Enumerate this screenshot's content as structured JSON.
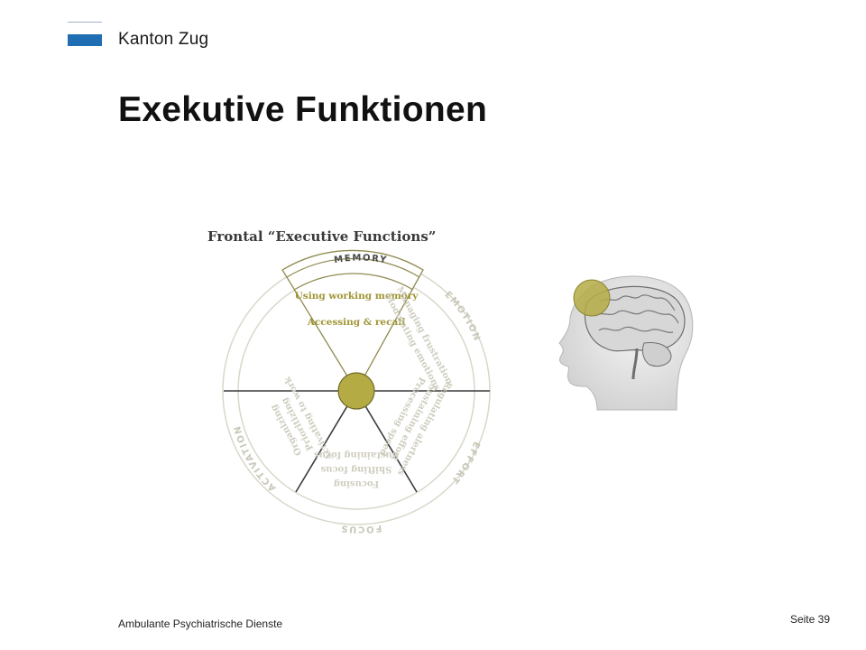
{
  "header": {
    "org": "Kanton Zug",
    "title": "Exekutive Funktionen"
  },
  "figure": {
    "title": "Frontal “Executive Functions”",
    "segments": [
      {
        "category": "MEMORY",
        "items": [
          "Using working memory",
          "Accessing & recall"
        ]
      },
      {
        "category": "EMOTION",
        "items": [
          "Managing frustration",
          "Modulating emotions"
        ]
      },
      {
        "category": "EFFORT",
        "items": [
          "Regulating alertness",
          "Sustaining effort",
          "Processing speed"
        ]
      },
      {
        "category": "FOCUS",
        "items": [
          "Focusing",
          "Shifting focus",
          "Sustaining focus"
        ]
      },
      {
        "category": "ACTIVATION",
        "items": [
          "Organizing",
          "Prioritizing",
          "Activating to work"
        ]
      }
    ]
  },
  "colors": {
    "accent_olive": "#b5ab45",
    "wheel_line": "#d6d4c6",
    "wheel_text": "#cfcdbf",
    "brand_blue": "#1f6db3"
  },
  "footer": {
    "left": "Ambulante Psychiatrische Dienste",
    "right": "Seite 39"
  }
}
